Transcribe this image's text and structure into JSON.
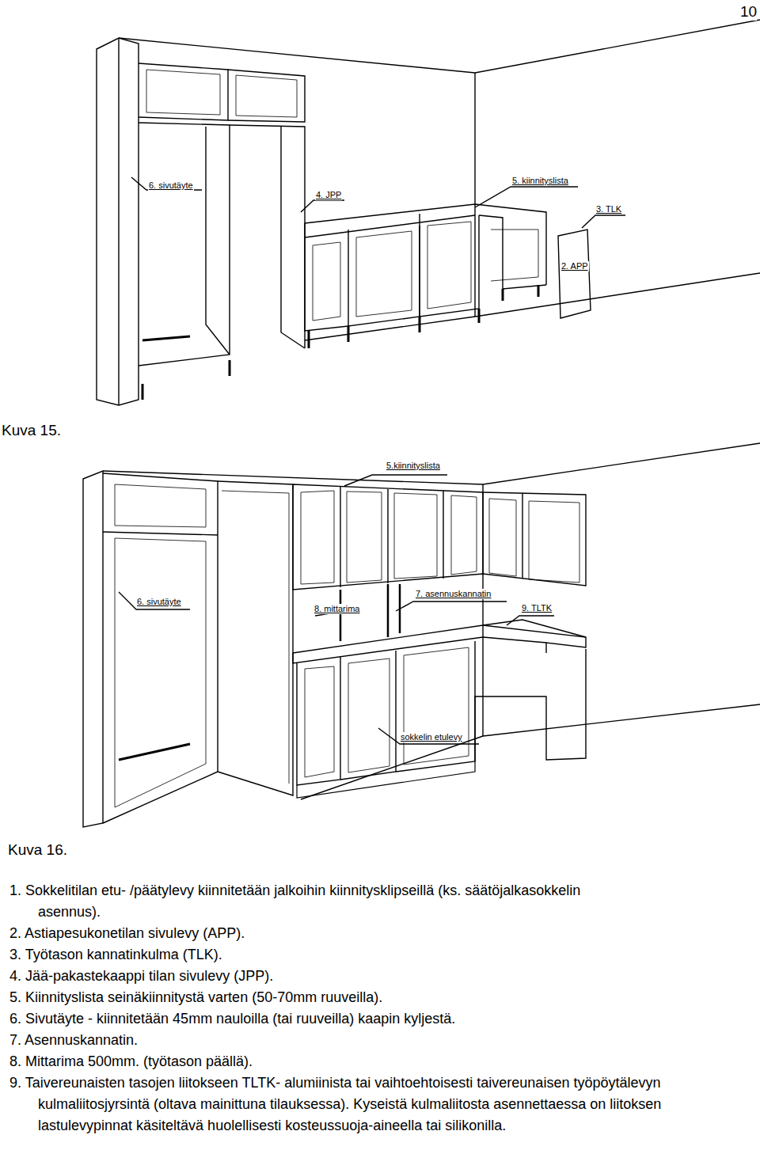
{
  "diagram": {
    "labels": [
      "10",
      "6. sivutäyte",
      "4. JPP",
      "5. kiinnityslista",
      "3. TLK",
      "2. APP",
      "Kuva 15.",
      "5.kiinnityslista",
      "6. sivutäyte",
      "7. asennuskannatin",
      "8. mittarima",
      "9. TLTK",
      "sokkelin etulevy",
      "Kuva 16.",
      "1. Sokkelitilan etu- /päätylevy kiinnitetään jalkoihin kiinnitysklipseillä (ks. säätöjalkasokkelin asennus).",
      "2. Astiapesukonetilan sivulevy (APP).",
      "3. Työtason kannatinkulma (TLK).",
      "4. Jää-pakastekaappi tilan sivulevy (JPP).",
      "5. Kiinnityslista seinäkiinnitystä varten (50-70mm ruuveilla).",
      "6. Sivutäyte - kiinnitetään 45mm nauloilla (tai ruuveilla) kaapin kyljestä.",
      "7. Asennuskannatin.",
      "8. Mittarima 500mm. (työtason päällä).",
      "9. Taivereunaisten tasojen liitokseen TLTK- alumiinista tai vaihtoehtoisesti taivereunaisen työpöytälevyn kulmaliitosjyrsintä (oltava mainittuna tilauksessa). Kyseistä kulmaliitosta asennettaessa on liitoksen lastulevypinnat käsiteltävä huolellisesti kosteussuoja-aineella tai silikonilla."
    ]
  }
}
